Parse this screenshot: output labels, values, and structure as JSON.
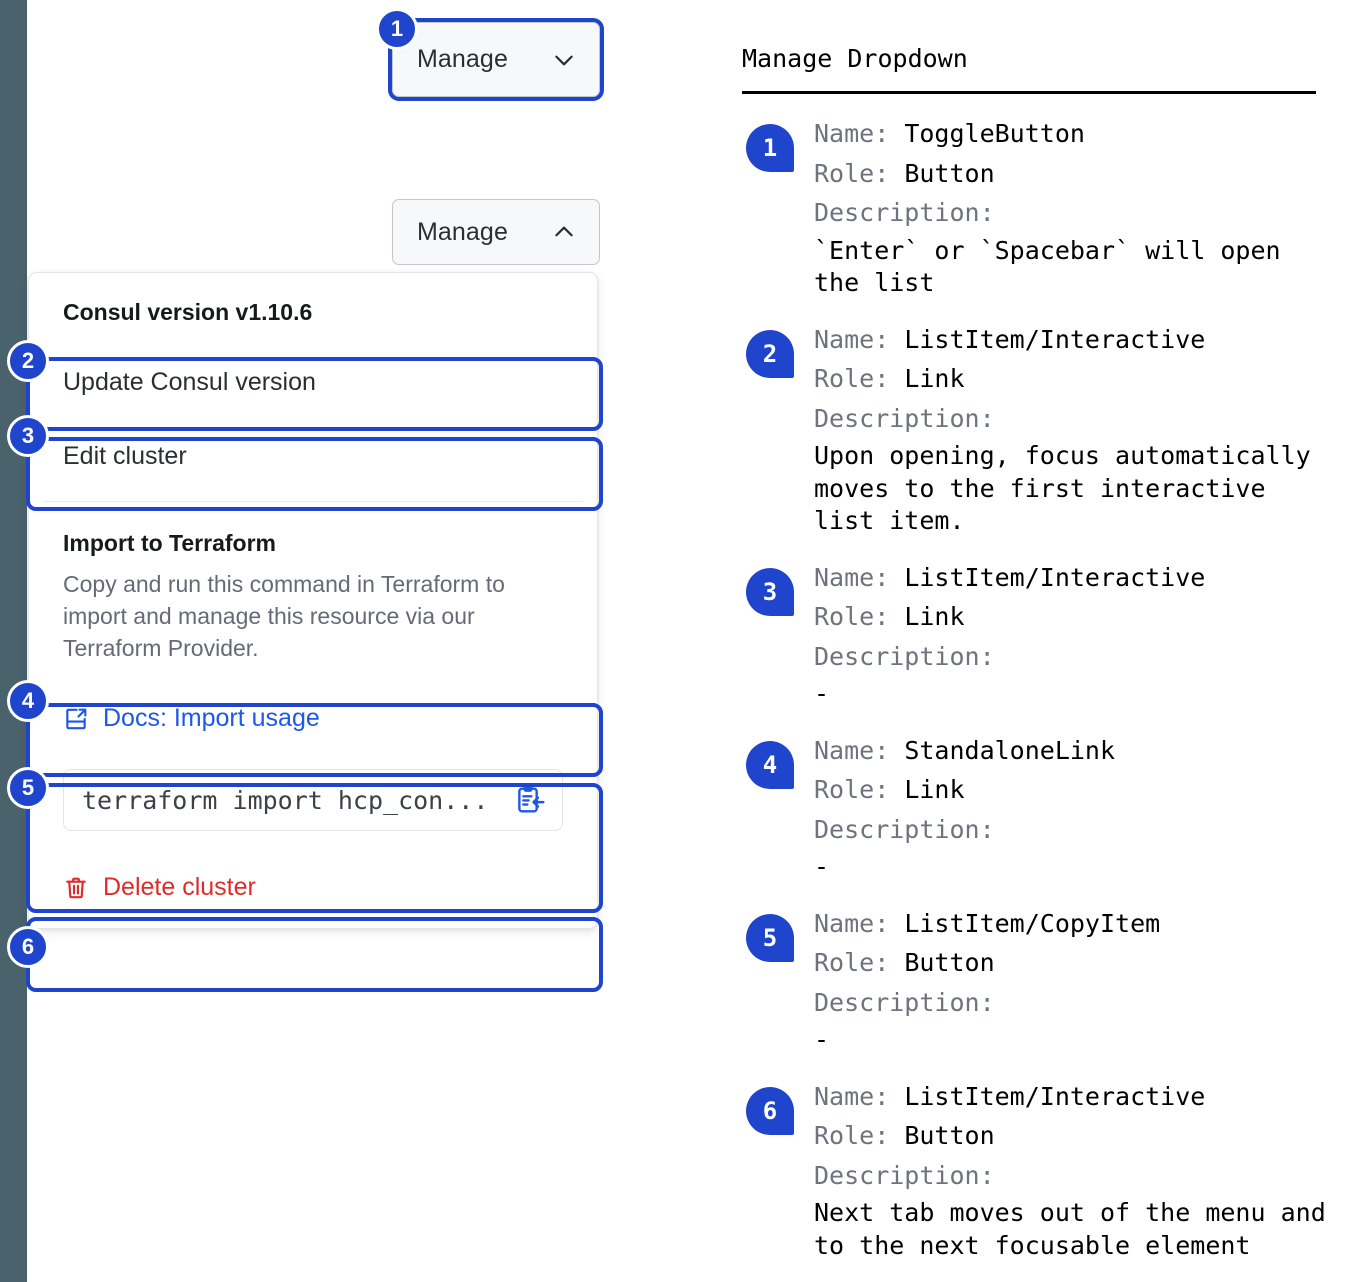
{
  "rail": {
    "color": "#4a626c"
  },
  "accent": {
    "blue": "#1f45cc",
    "link": "#1f57e8",
    "danger": "#e02b2b"
  },
  "toggle_collapsed": {
    "label": "Manage",
    "icon": "chevron-down-icon"
  },
  "toggle_expanded": {
    "label": "Manage",
    "icon": "chevron-up-icon"
  },
  "dropdown": {
    "version_title": "Consul version v1.10.6",
    "update_item": "Update Consul version",
    "edit_item": "Edit cluster",
    "terraform_title": "Import to Terraform",
    "terraform_desc": "Copy and run this command in Terraform to import and manage this resource via our Terraform Provider.",
    "docs_link": "Docs: Import usage",
    "command": "terraform import hcp_con...",
    "copy_icon": "clipboard-copy-icon",
    "docs_icon": "external-doc-link-icon",
    "delete_icon": "trash-icon",
    "delete_item": "Delete cluster"
  },
  "badges": {
    "b1": "1",
    "b2": "2",
    "b3": "3",
    "b4": "4",
    "b5": "5",
    "b6": "6"
  },
  "legend": {
    "title": "Manage Dropdown",
    "labels": {
      "name": "Name:",
      "role": "Role:",
      "description": "Description:"
    },
    "entries": [
      {
        "num": "1",
        "name": "ToggleButton",
        "role": "Button",
        "description": "`Enter` or `Spacebar` will open\nthe list"
      },
      {
        "num": "2",
        "name": "ListItem/Interactive",
        "role": "Link",
        "description": "Upon opening, focus automatically\nmoves to the first interactive\nlist item."
      },
      {
        "num": "3",
        "name": "ListItem/Interactive",
        "role": "Link",
        "description": "-"
      },
      {
        "num": "4",
        "name": "StandaloneLink",
        "role": "Link",
        "description": "-"
      },
      {
        "num": "5",
        "name": "ListItem/CopyItem",
        "role": "Button",
        "description": "-"
      },
      {
        "num": "6",
        "name": "ListItem/Interactive",
        "role": "Button",
        "description": "Next tab moves out of the menu and\nto the next focusable element"
      }
    ]
  }
}
